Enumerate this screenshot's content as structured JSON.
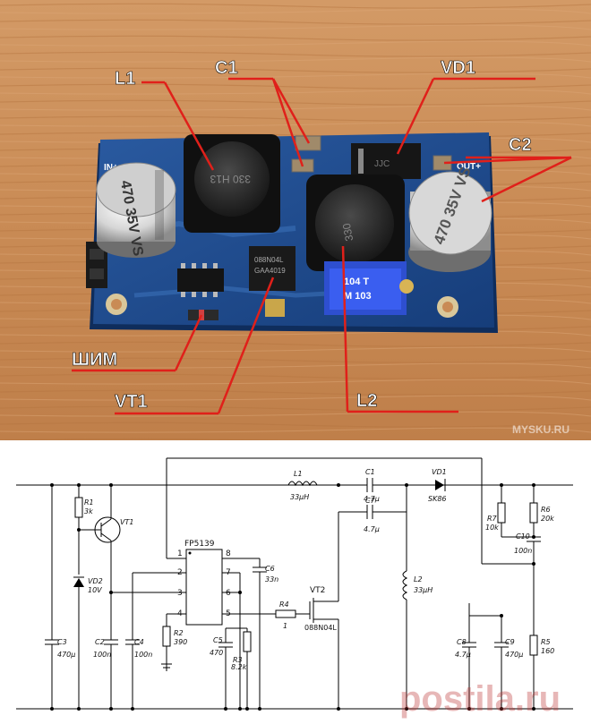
{
  "photo": {
    "callouts": {
      "L1": "L1",
      "C1": "C1",
      "VD1": "VD1",
      "C2": "C2",
      "SHIM": "ШИМ",
      "VT1": "VT1",
      "L2": "L2"
    },
    "board_text": {
      "in_plus": "IN+",
      "out_plus": "OUT+",
      "cap_left": "470 35V VS",
      "cap_right": "470 35V VS",
      "l1_marking": "330 H13",
      "l2_marking": "330",
      "pot_marking": "104 T",
      "pot_marking2": "M 103",
      "ic_marking": "088N04L",
      "ic_marking2": "GAA4019",
      "vd1_marking": "JJC"
    },
    "watermark1": "MYSKU.RU",
    "watermark2": "postila.ru",
    "colors": {
      "wood": "#c98b55",
      "pcb": "#1f4a8a",
      "callout": "#e0201a"
    }
  },
  "schematic": {
    "ic": {
      "name": "FP5139",
      "pins": [
        "1",
        "2",
        "3",
        "4",
        "5",
        "6",
        "7",
        "8"
      ]
    },
    "L1": {
      "ref": "L1",
      "value": "33μH"
    },
    "L2": {
      "ref": "L2",
      "value": "33μH"
    },
    "C1": {
      "ref": "C1",
      "value": "4.7μ"
    },
    "C7": {
      "ref": "C7",
      "value": "4.7μ"
    },
    "VD1": {
      "ref": "VD1",
      "value": "SK86"
    },
    "VD2": {
      "ref": "VD2",
      "value": "10V"
    },
    "VT1": {
      "ref": "VT1"
    },
    "VT2": {
      "ref": "VT2",
      "value": "088N04L"
    },
    "R1": {
      "ref": "R1",
      "value": "3k"
    },
    "R2": {
      "ref": "R2",
      "value": "390"
    },
    "R3": {
      "ref": "R3",
      "value": "8.2k"
    },
    "R4": {
      "ref": "R4",
      "value": "1"
    },
    "R5": {
      "ref": "R5",
      "value": "160"
    },
    "R6": {
      "ref": "R6",
      "value": "20k"
    },
    "R7": {
      "ref": "R7",
      "value": "10k"
    },
    "C2": {
      "ref": "C2",
      "value": "100n"
    },
    "C3": {
      "ref": "C3",
      "value": "470μ"
    },
    "C4": {
      "ref": "C4",
      "value": "100n"
    },
    "C5": {
      "ref": "C5",
      "value": "470"
    },
    "C6": {
      "ref": "C6",
      "value": "33n"
    },
    "C8": {
      "ref": "C8",
      "value": "4.7μ"
    },
    "C9": {
      "ref": "C9",
      "value": "470μ"
    },
    "C10": {
      "ref": "C10",
      "value": "100n"
    }
  }
}
